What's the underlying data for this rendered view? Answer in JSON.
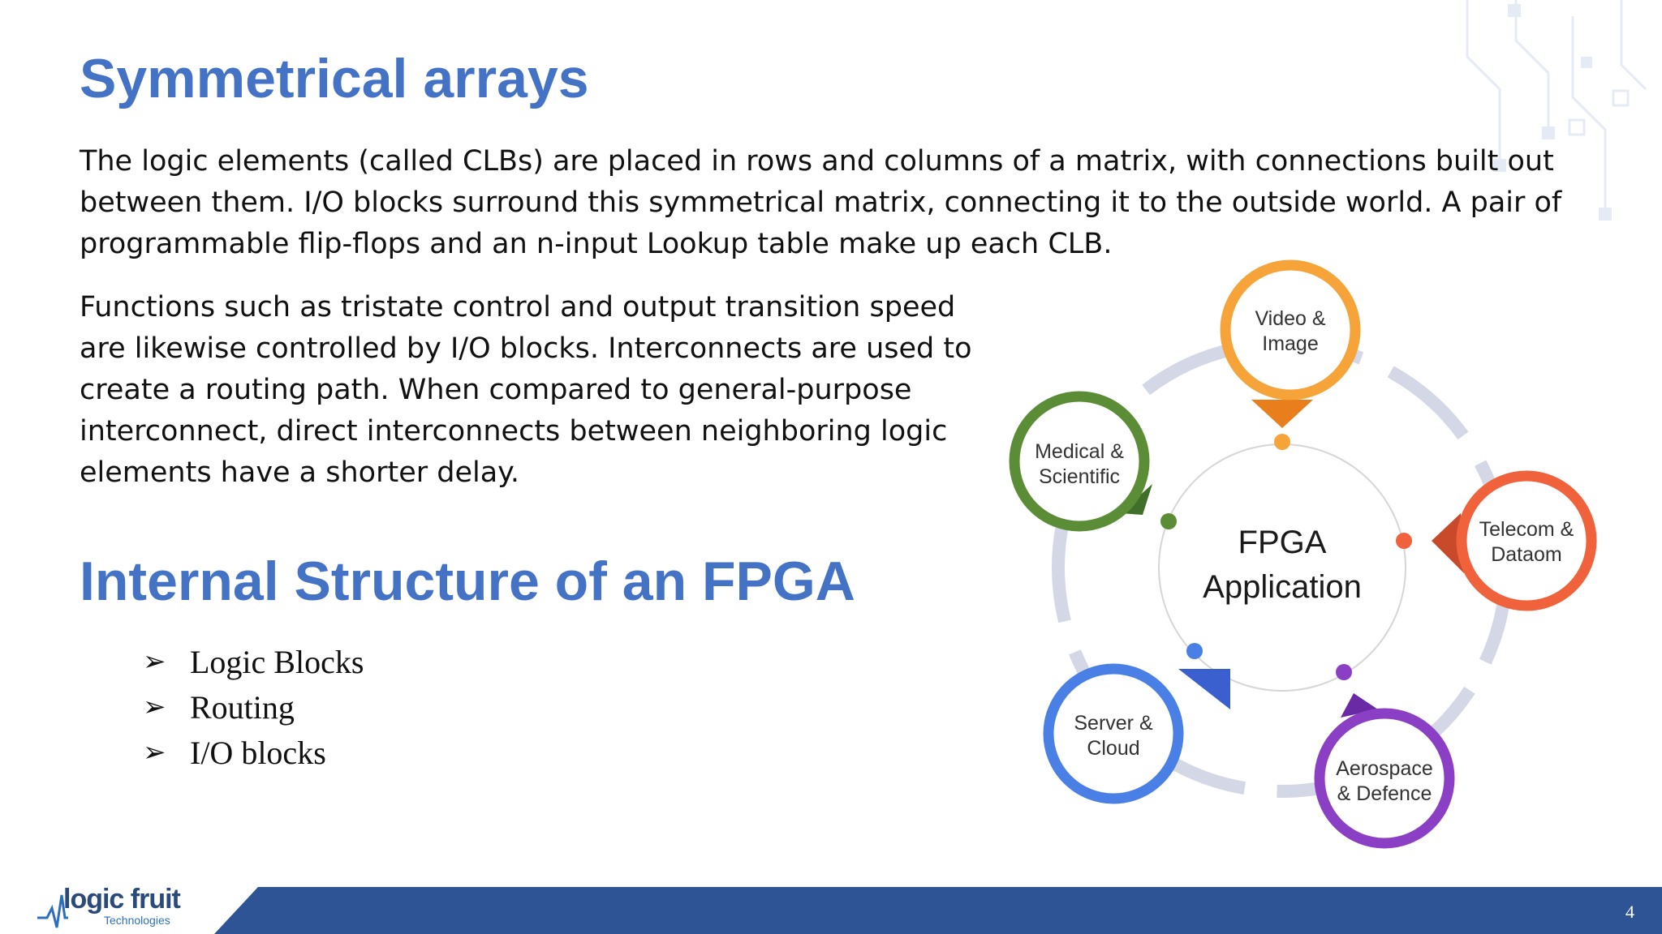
{
  "slide": {
    "title": "Symmetrical arrays",
    "paragraph1": "The logic elements (called CLBs) are placed in rows and columns of a matrix, with connections built out between them. I/O blocks surround this symmetrical matrix, connecting it to the outside world. A pair of programmable flip-flops and an n-input Lookup table make up each CLB.",
    "paragraph2": "Functions such as tristate control and output transition speed are likewise controlled by I/O blocks. Interconnects are used to create a routing path. When compared to general-purpose interconnect, direct interconnects between neighboring logic elements have a shorter delay.",
    "subtitle": "Internal Structure of an FPGA",
    "bullets": [
      "Logic Blocks",
      "Routing",
      "I/O blocks"
    ],
    "bullet_marker": "➢"
  },
  "diagram": {
    "center_line1": "FPGA",
    "center_line2": "Application",
    "nodes": [
      {
        "line1": "Video &",
        "line2": "Image",
        "color": "#f6a33a"
      },
      {
        "line1": "Telecom &",
        "line2": "Dataom",
        "color": "#f0623b"
      },
      {
        "line1": "Aerospace",
        "line2": "& Defence",
        "color": "#8a3fc4"
      },
      {
        "line1": "Server &",
        "line2": "Cloud",
        "color": "#4a7fe6"
      },
      {
        "line1": "Medical &",
        "line2": "Scientific",
        "color": "#5b8d37"
      }
    ]
  },
  "footer": {
    "logo_text": "logic fruit",
    "logo_subtext": "Technologies",
    "page_number": "4"
  },
  "colors": {
    "heading": "#4472c4",
    "footer_bar": "#2e5496",
    "ring": "#d3d7e6"
  }
}
